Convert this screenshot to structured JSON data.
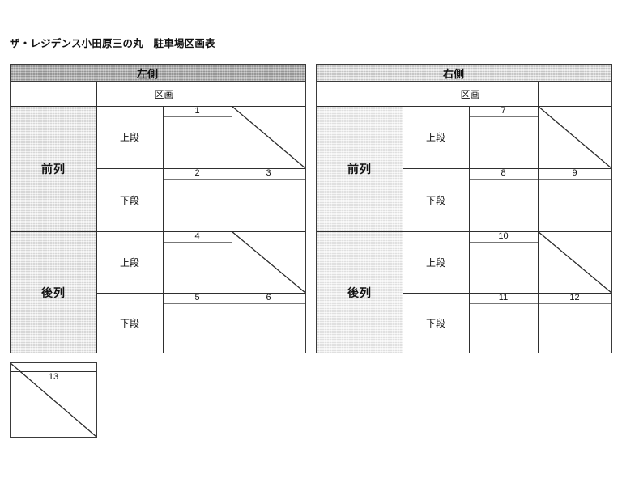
{
  "document": {
    "title": "ザ・レジデンス小田原三の丸　駐車場区画表"
  },
  "tables": [
    {
      "id": "left-table",
      "header": "左側",
      "header_shade": "#a8a8a8",
      "column_header": "区画",
      "blank_header_left": "",
      "blank_header_right": "",
      "groups": [
        {
          "label": "前列",
          "tiers": [
            {
              "label": "上段",
              "slots": [
                "1",
                ""
              ]
            },
            {
              "label": "下段",
              "slots": [
                "2",
                "3"
              ]
            }
          ]
        },
        {
          "label": "後列",
          "tiers": [
            {
              "label": "上段",
              "slots": [
                "4",
                ""
              ]
            },
            {
              "label": "下段",
              "slots": [
                "5",
                "6"
              ]
            }
          ]
        }
      ]
    },
    {
      "id": "right-table",
      "header": "右側",
      "header_shade": "#d9d9d9",
      "column_header": "区画",
      "blank_header_left": "",
      "blank_header_right": "",
      "groups": [
        {
          "label": "前列",
          "tiers": [
            {
              "label": "上段",
              "slots": [
                "7",
                ""
              ]
            },
            {
              "label": "下段",
              "slots": [
                "8",
                "9"
              ]
            }
          ]
        },
        {
          "label": "後列",
          "tiers": [
            {
              "label": "上段",
              "slots": [
                "10",
                ""
              ]
            },
            {
              "label": "下段",
              "slots": [
                "11",
                "12"
              ]
            }
          ]
        }
      ]
    }
  ],
  "extra_table": {
    "id": "extra-table",
    "slot": "13"
  }
}
